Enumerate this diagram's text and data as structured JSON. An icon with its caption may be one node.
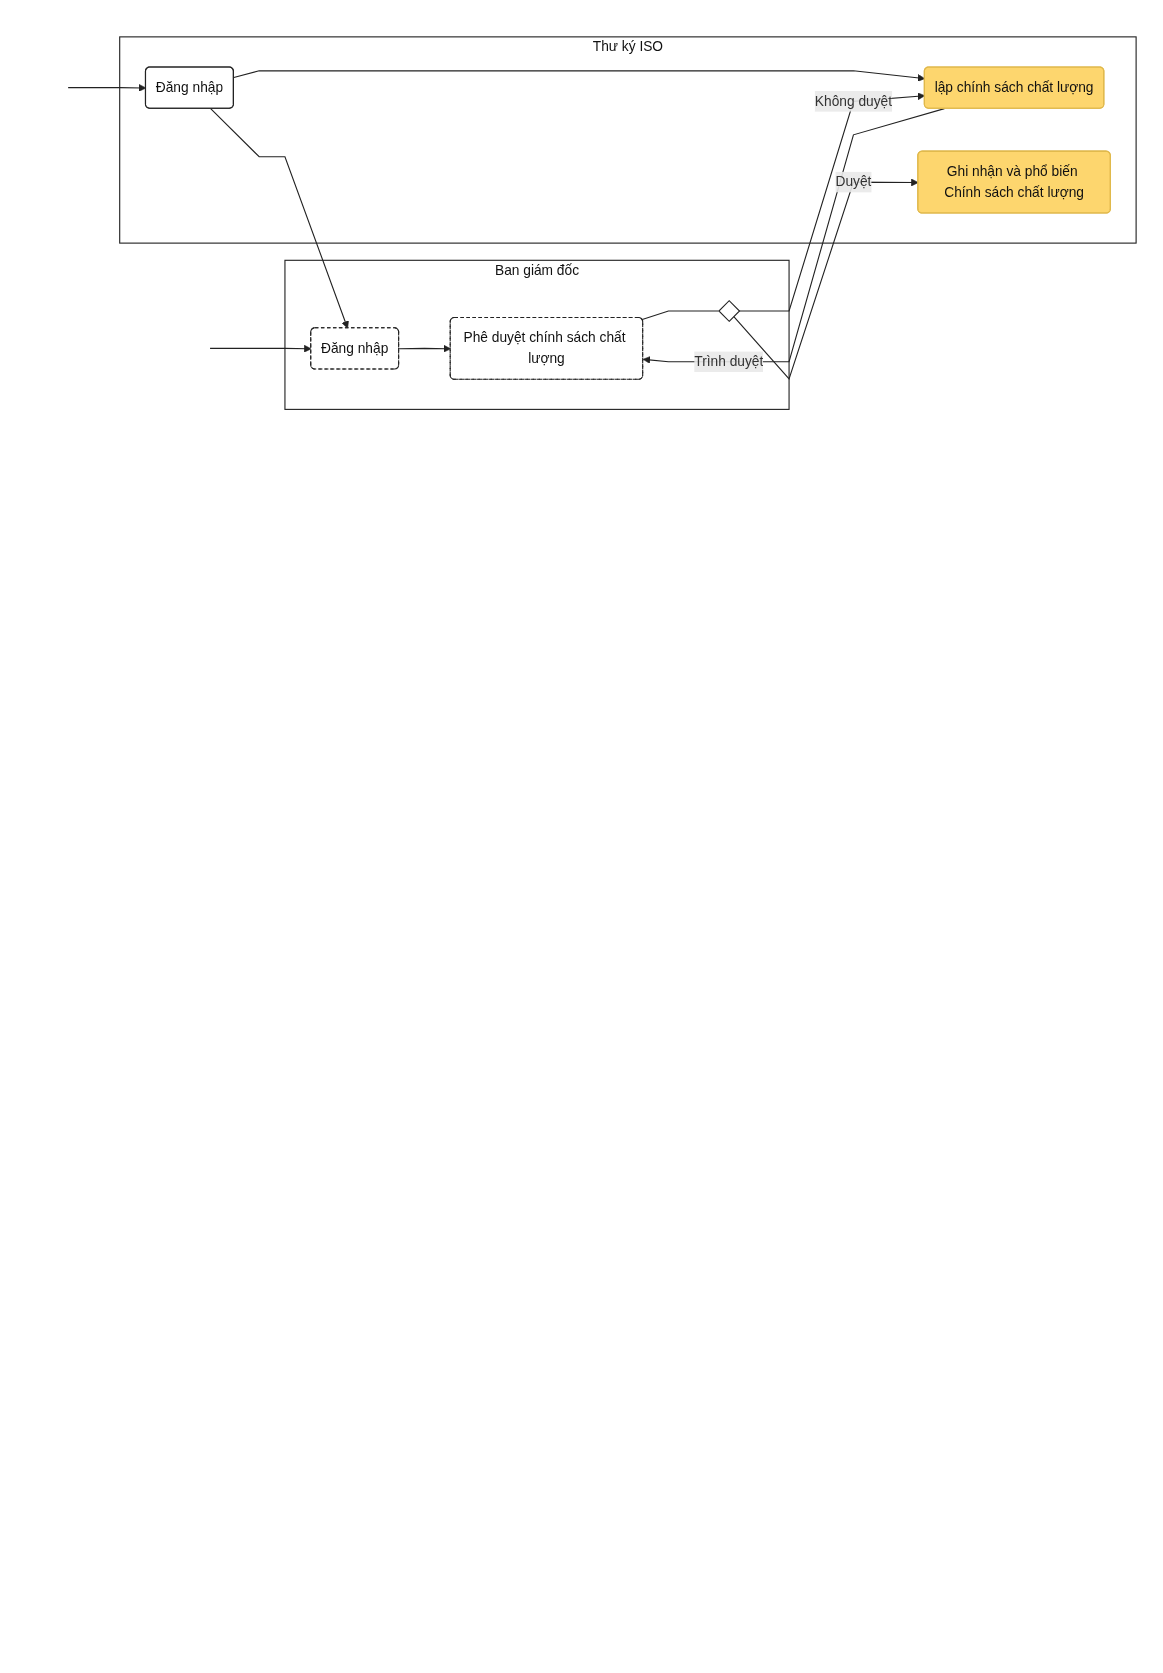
{
  "diagram": {
    "nodes": [
      {
        "text": [
          "Thư ký ISO"
        ]
      },
      {
        "text": [
          "Ban giám đốc"
        ]
      },
      {
        "text": [
          "Đăng nhập"
        ],
        "in": 0
      },
      {
        "text": [
          "lập chính sách chất lượng"
        ],
        "in": 0
      },
      {
        "text": [
          "Ghi nhận và phổ biến Chính sách chất lượng"
        ],
        "in": 0
      },
      {
        "text": [
          "Đăng nhập"
        ],
        "in": 1
      },
      {
        "text": [
          "Phê duyệt chính sách chất lượng"
        ],
        "in": 1
      },
      {
        "text": [],
        "shape": "diamond",
        "in": 1
      }
    ],
    "edges": [
      {
        "from": null,
        "to": 2,
        "arrow": "to"
      },
      {
        "from": null,
        "to": 5,
        "arrow": "to"
      },
      {
        "from": 2,
        "to": 5,
        "arrow": "to"
      },
      {
        "from": 2,
        "to": 3,
        "arrow": "to"
      },
      {
        "from": 3,
        "to": 6,
        "label": "Trình duyệt",
        "arrow": "to"
      },
      {
        "from": 5,
        "to": 6,
        "arrow": "to"
      },
      {
        "from": 6,
        "to": 7,
        "arrow": "none"
      },
      {
        "from": 7,
        "to": 3,
        "label": "Không duyệt",
        "arrow": "to"
      },
      {
        "from": 7,
        "to": 4,
        "label": "Duyệt",
        "arrow": "to"
      }
    ]
  }
}
